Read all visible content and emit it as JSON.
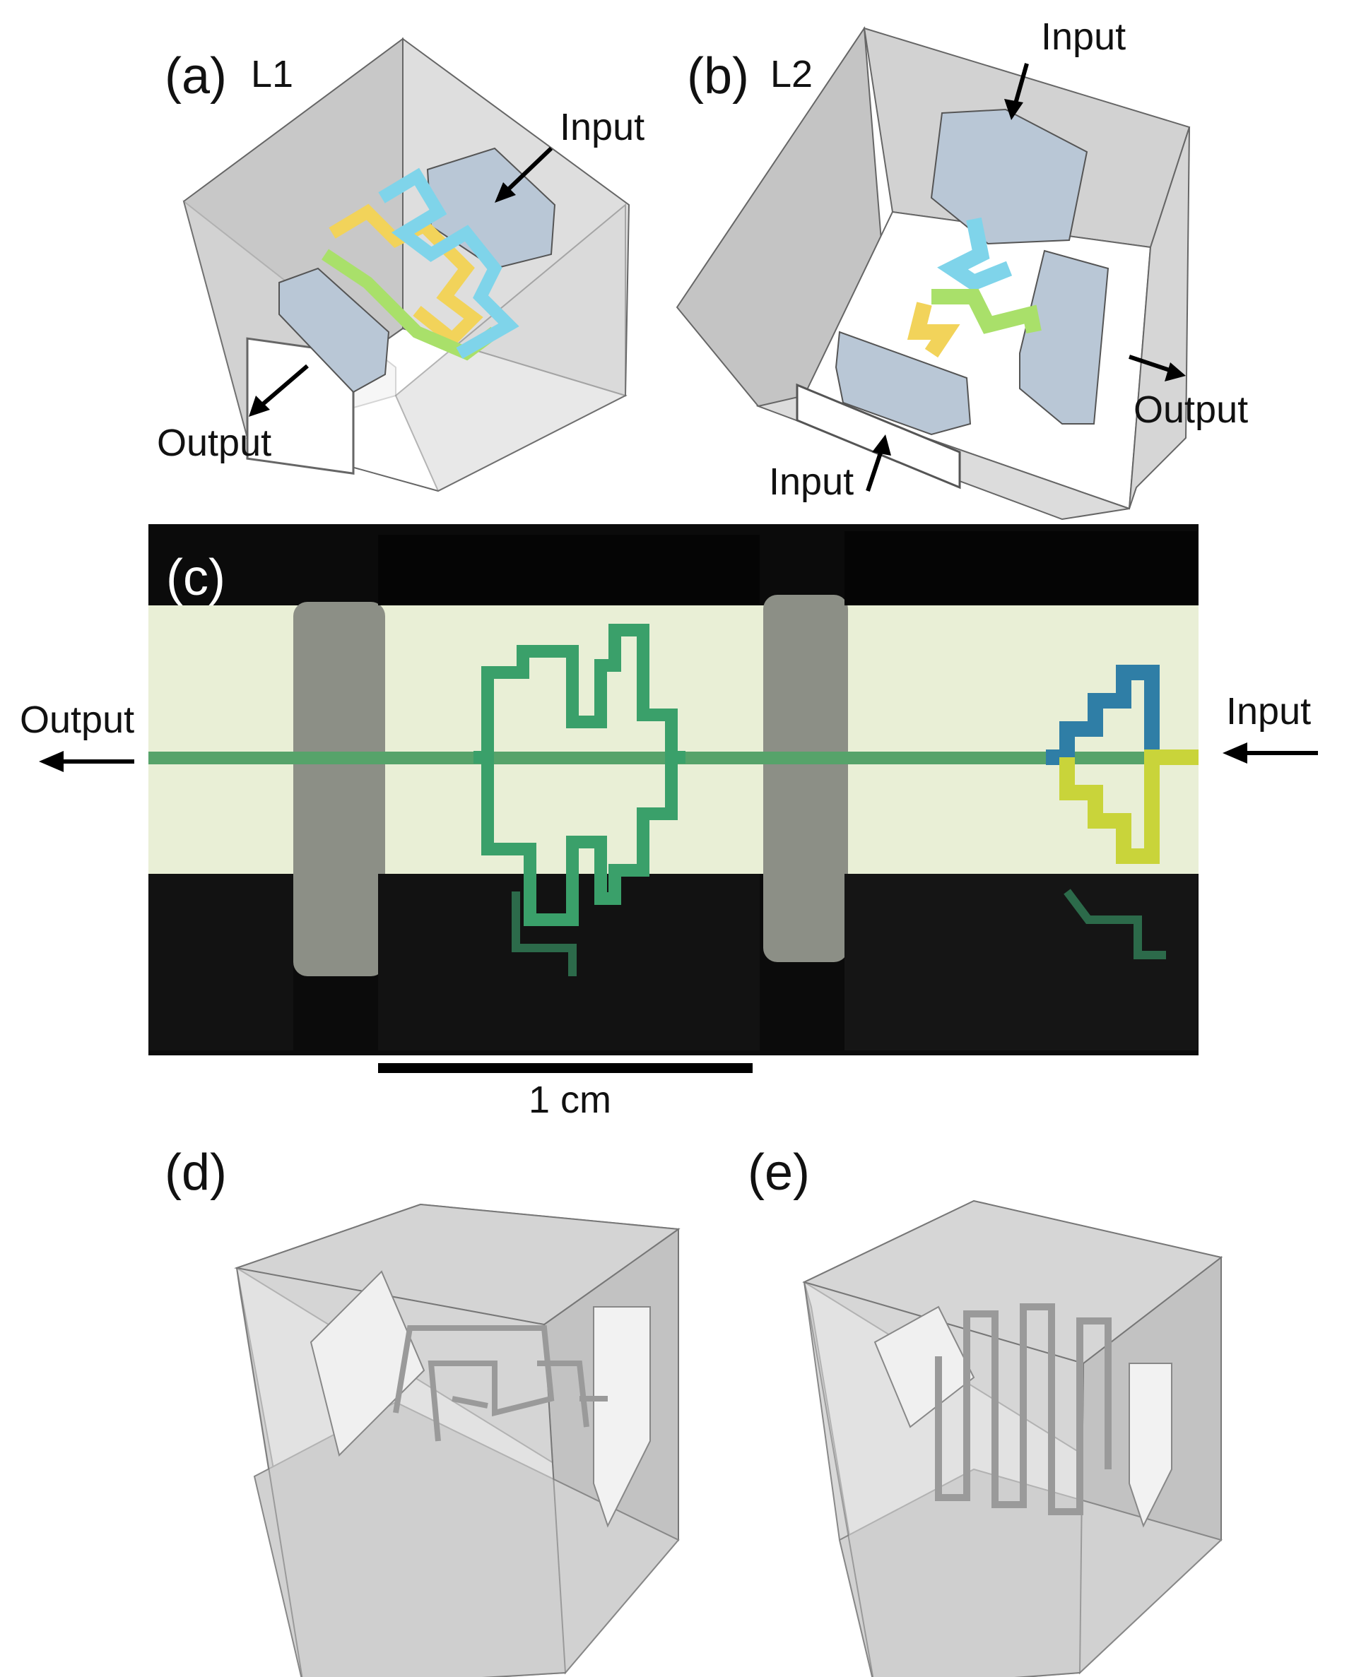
{
  "figure": {
    "panel_a": {
      "label": "(a)",
      "sublabel": "L1",
      "input": "Input",
      "output": "Output"
    },
    "panel_b": {
      "label": "(b)",
      "sublabel": "L2",
      "input_top": "Input",
      "input_bottom": "Input",
      "output": "Output"
    },
    "panel_c": {
      "label": "(c)",
      "input": "Input",
      "output": "Output",
      "scale_bar": "1 cm"
    },
    "panel_d": {
      "label": "(d)"
    },
    "panel_e": {
      "label": "(e)"
    }
  },
  "colors": {
    "channel_cyan": "#7fd4ea",
    "channel_yellow": "#f2d35a",
    "channel_green": "#a9e06a",
    "block": "#b9c7d6",
    "box_face": "#c9c9c9",
    "photo_bg": "#0b0b0b",
    "photo_fluid": "#e9efd6"
  }
}
